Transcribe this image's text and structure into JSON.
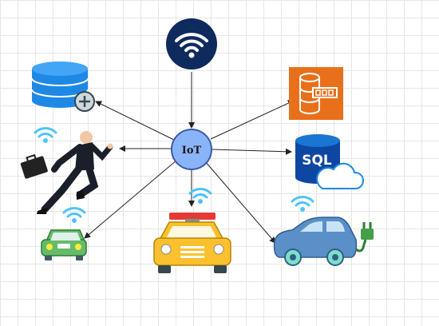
{
  "hub": {
    "label": "IoT",
    "fill": "#8ab4f8",
    "stroke": "#3b5ba8"
  },
  "nodes": [
    {
      "id": "wifi-router",
      "icon": "wifi-router-icon"
    },
    {
      "id": "database-add",
      "icon": "database-add-icon"
    },
    {
      "id": "storage-service",
      "icon": "storage-service-icon"
    },
    {
      "id": "businessman",
      "icon": "businessman-icon"
    },
    {
      "id": "sql-cloud",
      "icon": "sql-cloud-database-icon",
      "label": "SQL"
    },
    {
      "id": "small-car",
      "icon": "green-car-icon"
    },
    {
      "id": "taxi",
      "icon": "taxi-icon"
    },
    {
      "id": "electric-car",
      "icon": "electric-car-icon"
    }
  ],
  "colors": {
    "wifi_signal": "#4fc3f7",
    "database": "#1e88e5",
    "storage_orange": "#e8701a",
    "sql_navy": "#0d47a1",
    "taxi_yellow": "#fbc02d",
    "green_car": "#66bb6a",
    "electric_car": "#5b8fc7",
    "arrow": "#222222"
  }
}
